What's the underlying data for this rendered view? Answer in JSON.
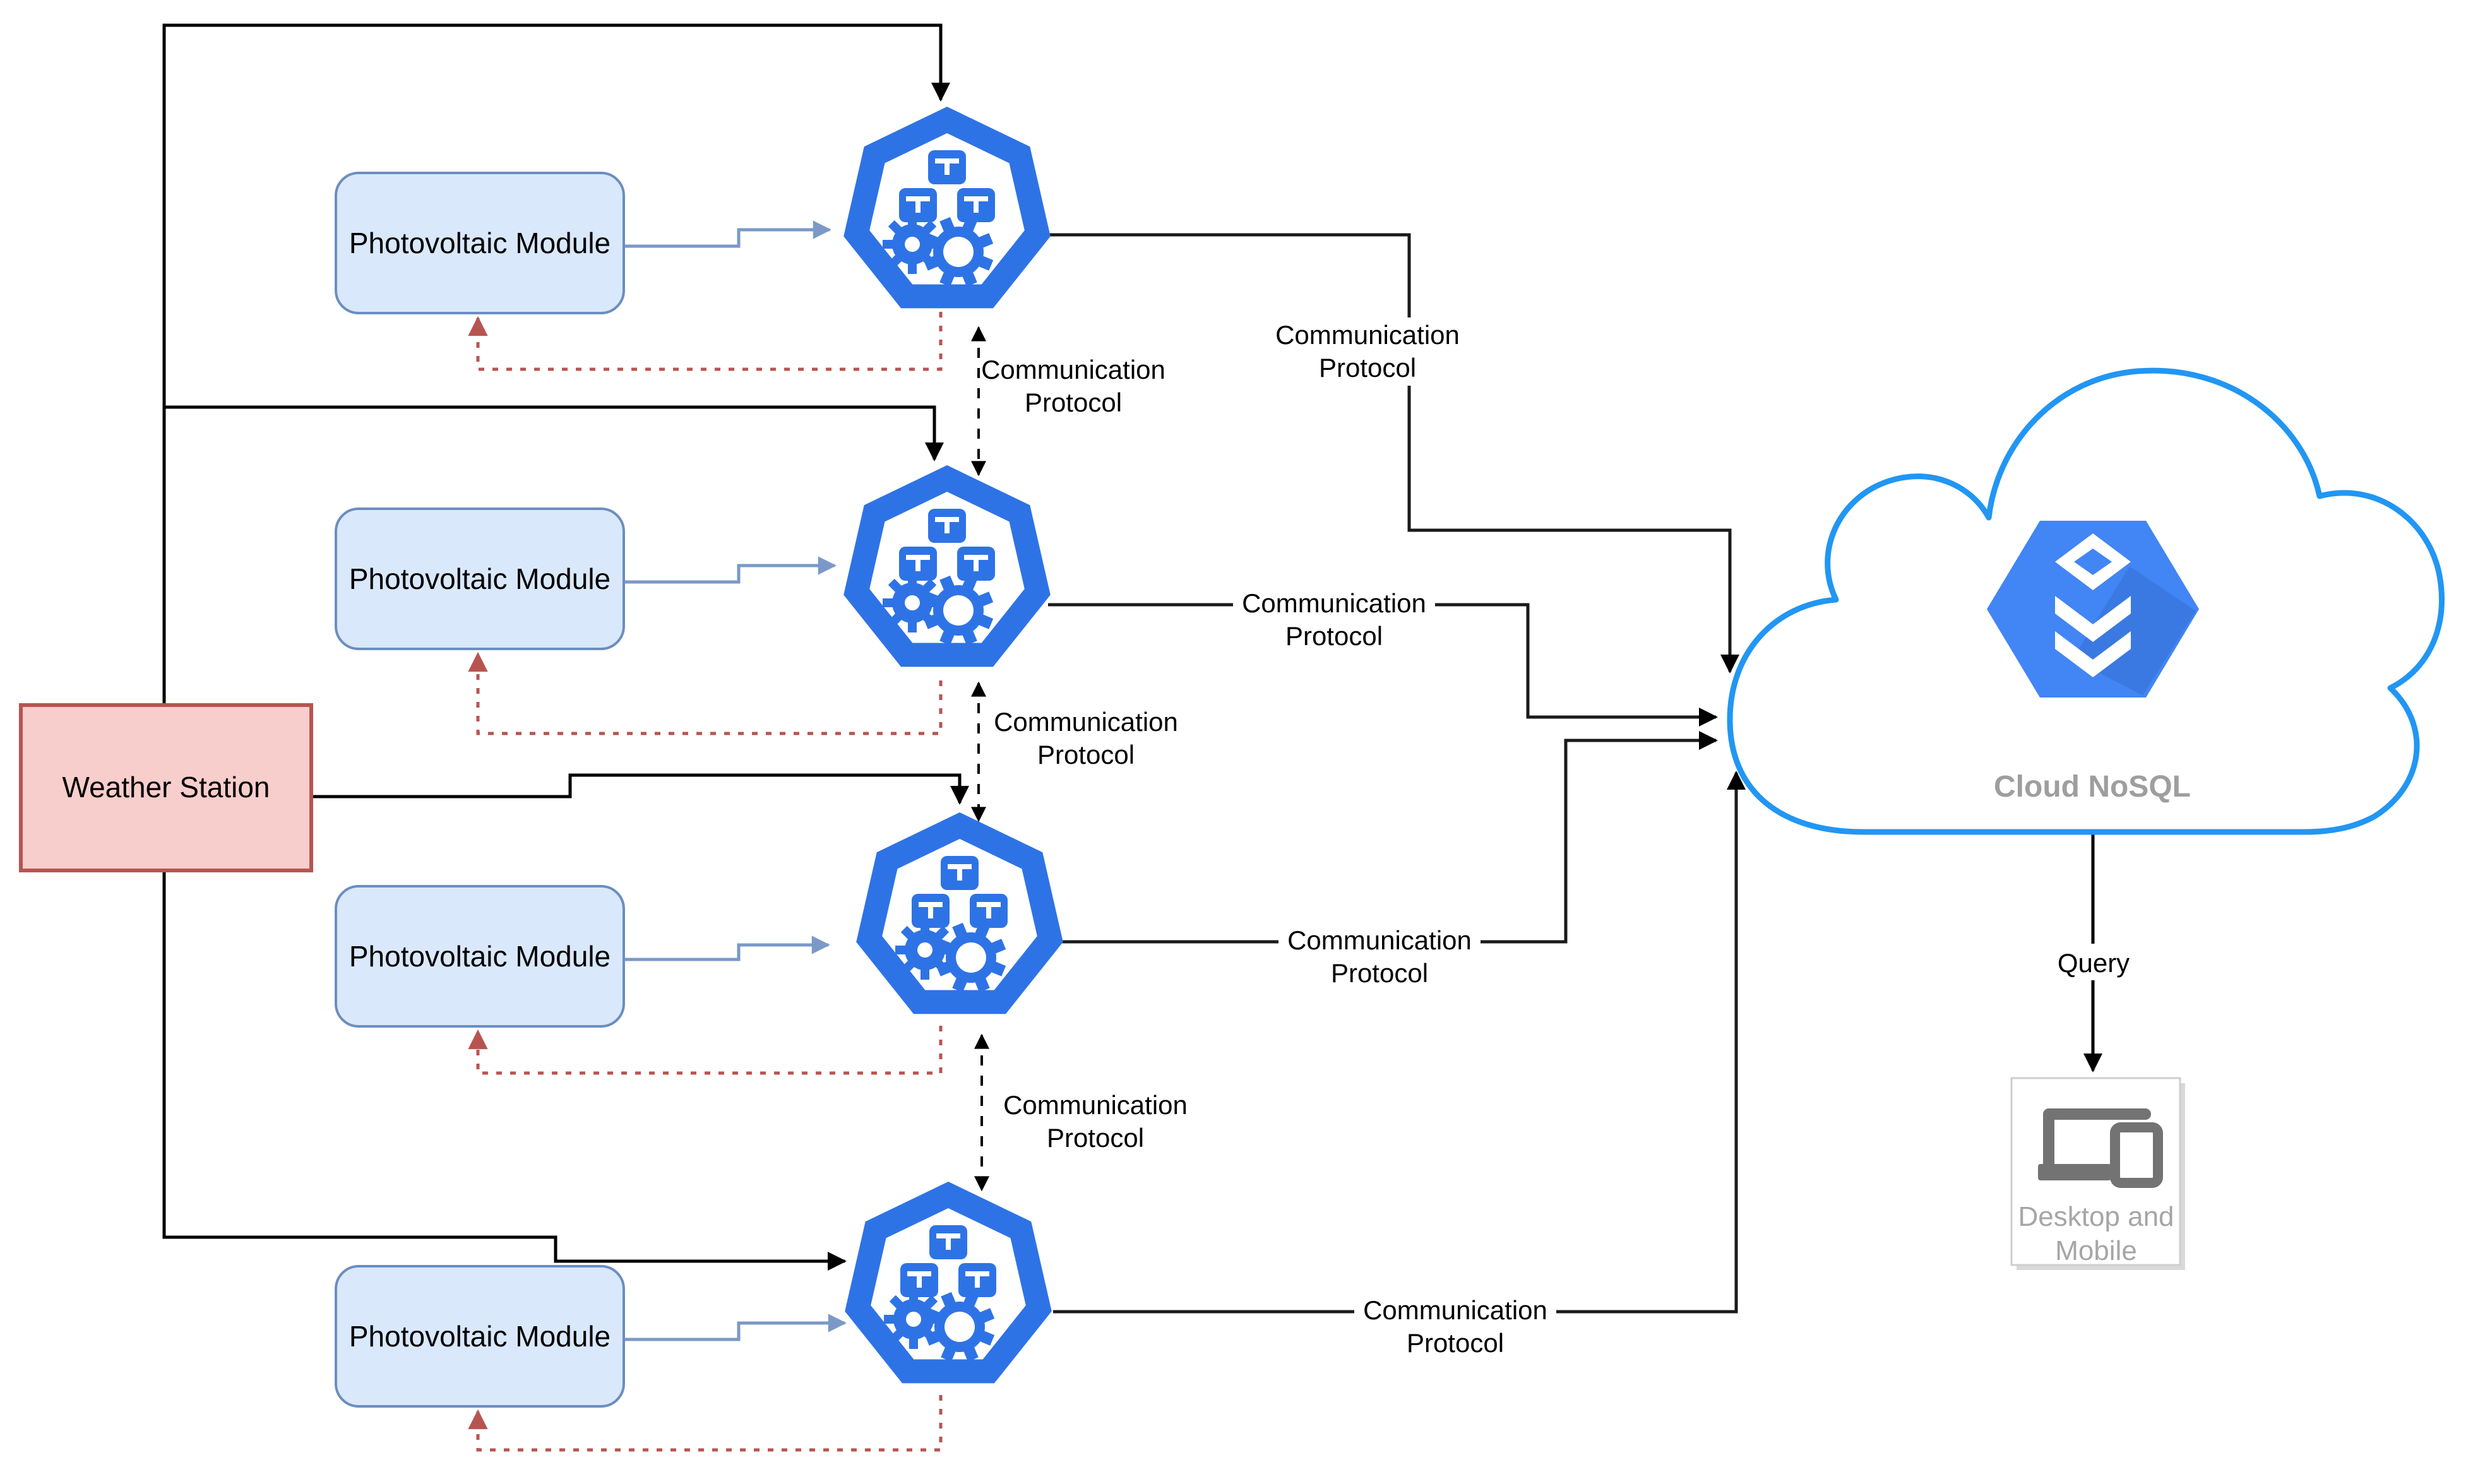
{
  "nodes": {
    "photovoltaic_modules": [
      {
        "label": "Photovoltaic Module"
      },
      {
        "label": "Photovoltaic Module"
      },
      {
        "label": "Photovoltaic Module"
      },
      {
        "label": "Photovoltaic Module"
      }
    ],
    "weather_station": {
      "label": "Weather Station"
    },
    "kubernetes_nodes": [
      {
        "icon": "kubernetes-engine-icon"
      },
      {
        "icon": "kubernetes-engine-icon"
      },
      {
        "icon": "kubernetes-engine-icon"
      },
      {
        "icon": "kubernetes-engine-icon"
      }
    ],
    "cloud": {
      "label": "Cloud NoSQL",
      "icon": "cloud-nosql-hexagon-icon"
    },
    "client": {
      "line1": "Desktop and",
      "line2": "Mobile",
      "icon": "desktop-mobile-icon"
    }
  },
  "edge_labels": {
    "query": "Query",
    "communication": [
      {
        "line1": "Communication",
        "line2": "Protocol"
      },
      {
        "line1": "Communication",
        "line2": "Protocol"
      },
      {
        "line1": "Communication",
        "line2": "Protocol"
      },
      {
        "line1": "Communication",
        "line2": "Protocol"
      },
      {
        "line1": "Communication",
        "line2": "Protocol"
      },
      {
        "line1": "Communication",
        "line2": "Protocol"
      },
      {
        "line1": "Communication",
        "line2": "Protocol"
      }
    ]
  },
  "colors": {
    "pv_fill": "#dae8fc",
    "pv_stroke": "#6c8ebf",
    "weather_fill": "#f8cecc",
    "weather_stroke": "#b85450",
    "kubernetes_blue": "#2E73E6",
    "cloud_outline_blue": "#2196F3",
    "hexagon_blue": "#4285F4",
    "connector_black": "#000000",
    "feedback_red": "#b85450",
    "pv_arrow_blue": "#7a99c7",
    "muted_gray_text": "#9e9e9e",
    "icon_gray": "#737373"
  }
}
